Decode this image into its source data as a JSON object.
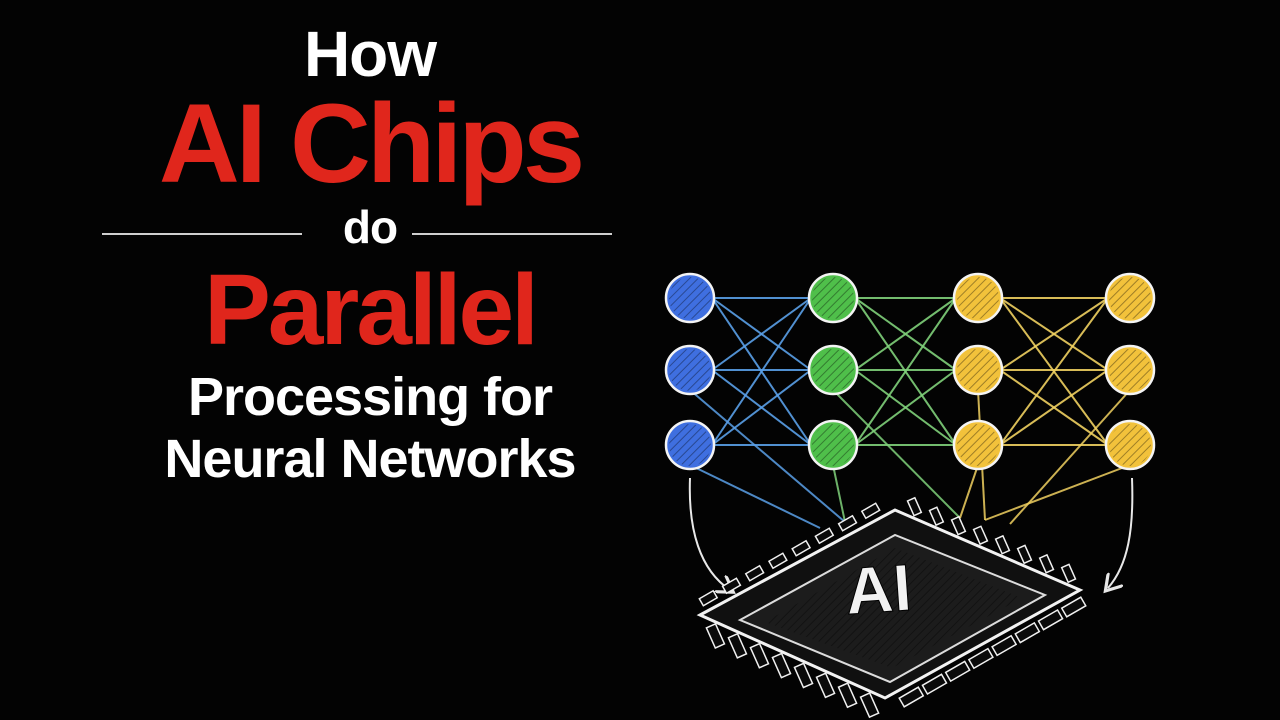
{
  "title": {
    "line1": "How",
    "line2": "AI Chips",
    "line3": "do",
    "line4": "Parallel",
    "line5": "Processing for",
    "line6": "Neural Networks"
  },
  "chip": {
    "label": "AI"
  },
  "network": {
    "layer_colors": [
      "#3f6fe0",
      "#4fbf4a",
      "#f2c23b",
      "#f2c23b"
    ],
    "layer_sizes": [
      3,
      3,
      3,
      3
    ]
  },
  "colors": {
    "accent_red": "#e0261c",
    "text_white": "#ffffff",
    "background": "#030303",
    "link_blue": "#5aa0e8",
    "link_green": "#7fd07a",
    "link_yellow": "#f0d060"
  }
}
